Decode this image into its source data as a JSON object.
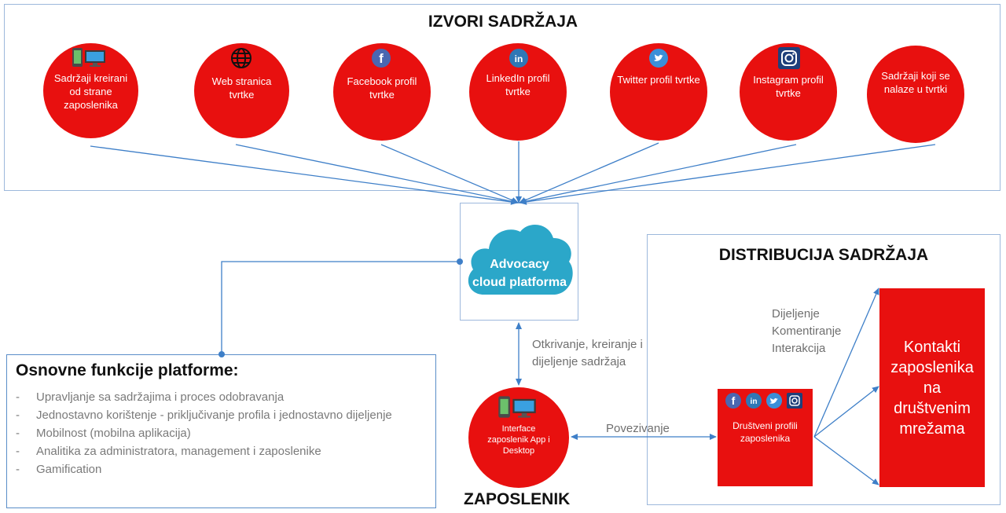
{
  "sources": {
    "title": "IZVORI SADRŽAJA",
    "items": [
      {
        "label": "Sadržaji kreirani od strane zaposlenika",
        "icon": "devices-icon"
      },
      {
        "label": "Web stranica tvrtke",
        "icon": "globe-icon"
      },
      {
        "label": "Facebook profil tvrtke",
        "icon": "facebook-icon"
      },
      {
        "label": "LinkedIn profil tvrtke",
        "icon": "linkedin-icon"
      },
      {
        "label": "Twitter profil tvrtke",
        "icon": "twitter-icon"
      },
      {
        "label": "Instagram profil tvrtke",
        "icon": "instagram-icon"
      },
      {
        "label": "Sadržaji koji se nalaze u tvrtki",
        "icon": ""
      }
    ]
  },
  "cloud": {
    "line1": "Advocacy",
    "line2": "cloud platforma"
  },
  "functions": {
    "title": "Osnovne funkcije platforme:",
    "items": [
      "Upravljanje sa sadržajima i proces odobravanja",
      "Jednostavno korištenje - priključivanje profila i jednostavno dijeljenje",
      "Mobilnost (mobilna aplikacija)",
      "Analitika za administratora, management i zaposlenike",
      "Gamification"
    ]
  },
  "employee": {
    "circle_label": "Interface zaposlenik App i Desktop",
    "title": "ZAPOSLENIK",
    "discover_text": "Otkrivanje, kreiranje i dijeljenje sadržaja",
    "connect_text": "Povezivanje"
  },
  "distribution": {
    "title": "DISTRIBUCIJA SADRŽAJA",
    "actions": "Dijeljenje Komentiranje Interakcija",
    "profiles_label": "Društveni profili zaposlenika",
    "contacts_label": "Kontakti zaposlenika na društvenim mrežama"
  },
  "colors": {
    "red": "#e8100f",
    "blue_line": "#3e7fc8",
    "box_border": "#9db8dc",
    "cloud": "#2ba7c9"
  }
}
